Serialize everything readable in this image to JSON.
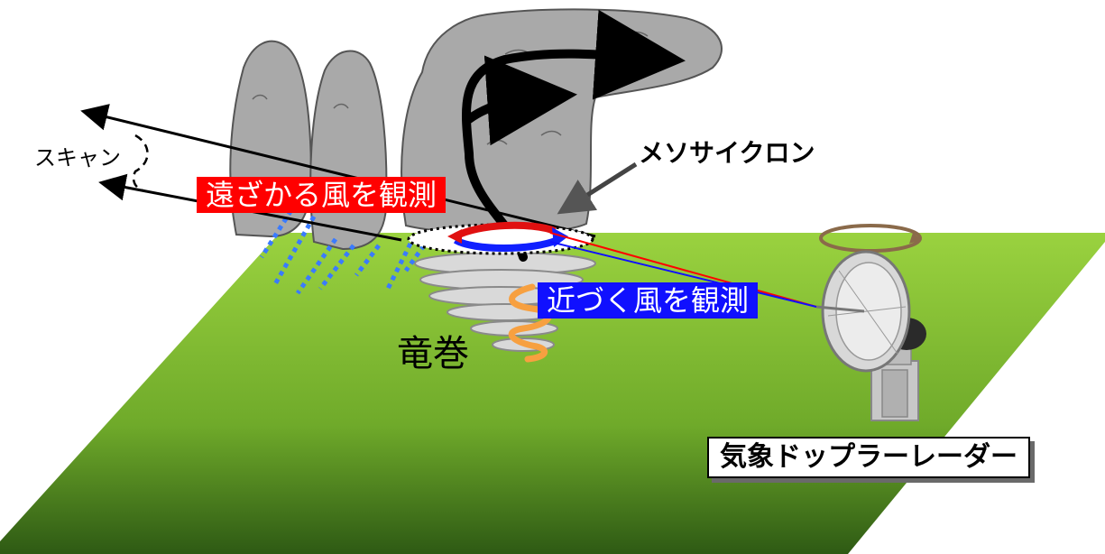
{
  "labels": {
    "scan": "スキャン",
    "mesocyclone": "メソサイクロン",
    "tornado": "竜巻",
    "receding_wind": "遠ざかる風を観測",
    "approaching_wind": "近づく風を観測",
    "radar": "気象ドップラーレーダー"
  },
  "colors": {
    "ground": "#8ec63f",
    "cloud": "#a8a8a8",
    "receding_box": "#ff0000",
    "approaching_box": "#1010ff",
    "rain": "#3a7bff",
    "tornado_swirl": "#f7a040"
  },
  "icons": {
    "radar": "radar-dish-icon",
    "rotation": "rotation-arrow-icon"
  }
}
